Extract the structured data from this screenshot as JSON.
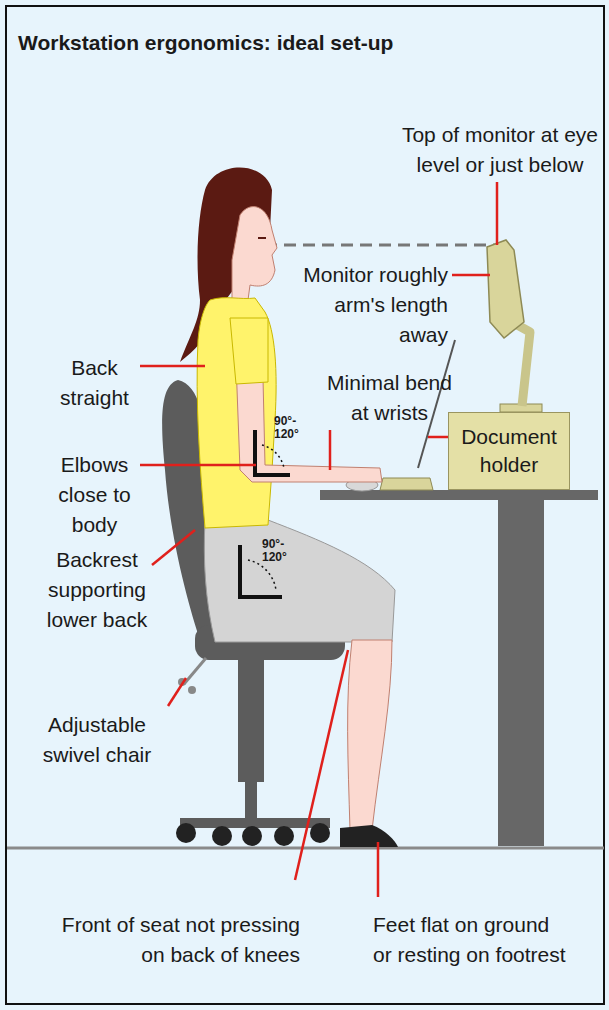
{
  "diagram": {
    "title": "Workstation ergonomics: ideal set-up",
    "nodes": [
      {
        "text": [
          "Document holder"
        ]
      }
    ],
    "labels": [
      "Top of monitor at eye level or just below",
      "Monitor roughly arm's length away",
      "Minimal bend at wrists",
      "Back straight",
      "Elbows close to body",
      "Backrest supporting lower back",
      "Adjustable swivel chair",
      "Front of seat not pressing on back of knees",
      "Feet flat on ground or resting on footrest",
      "90°- 120°",
      "90°- 120°"
    ]
  }
}
